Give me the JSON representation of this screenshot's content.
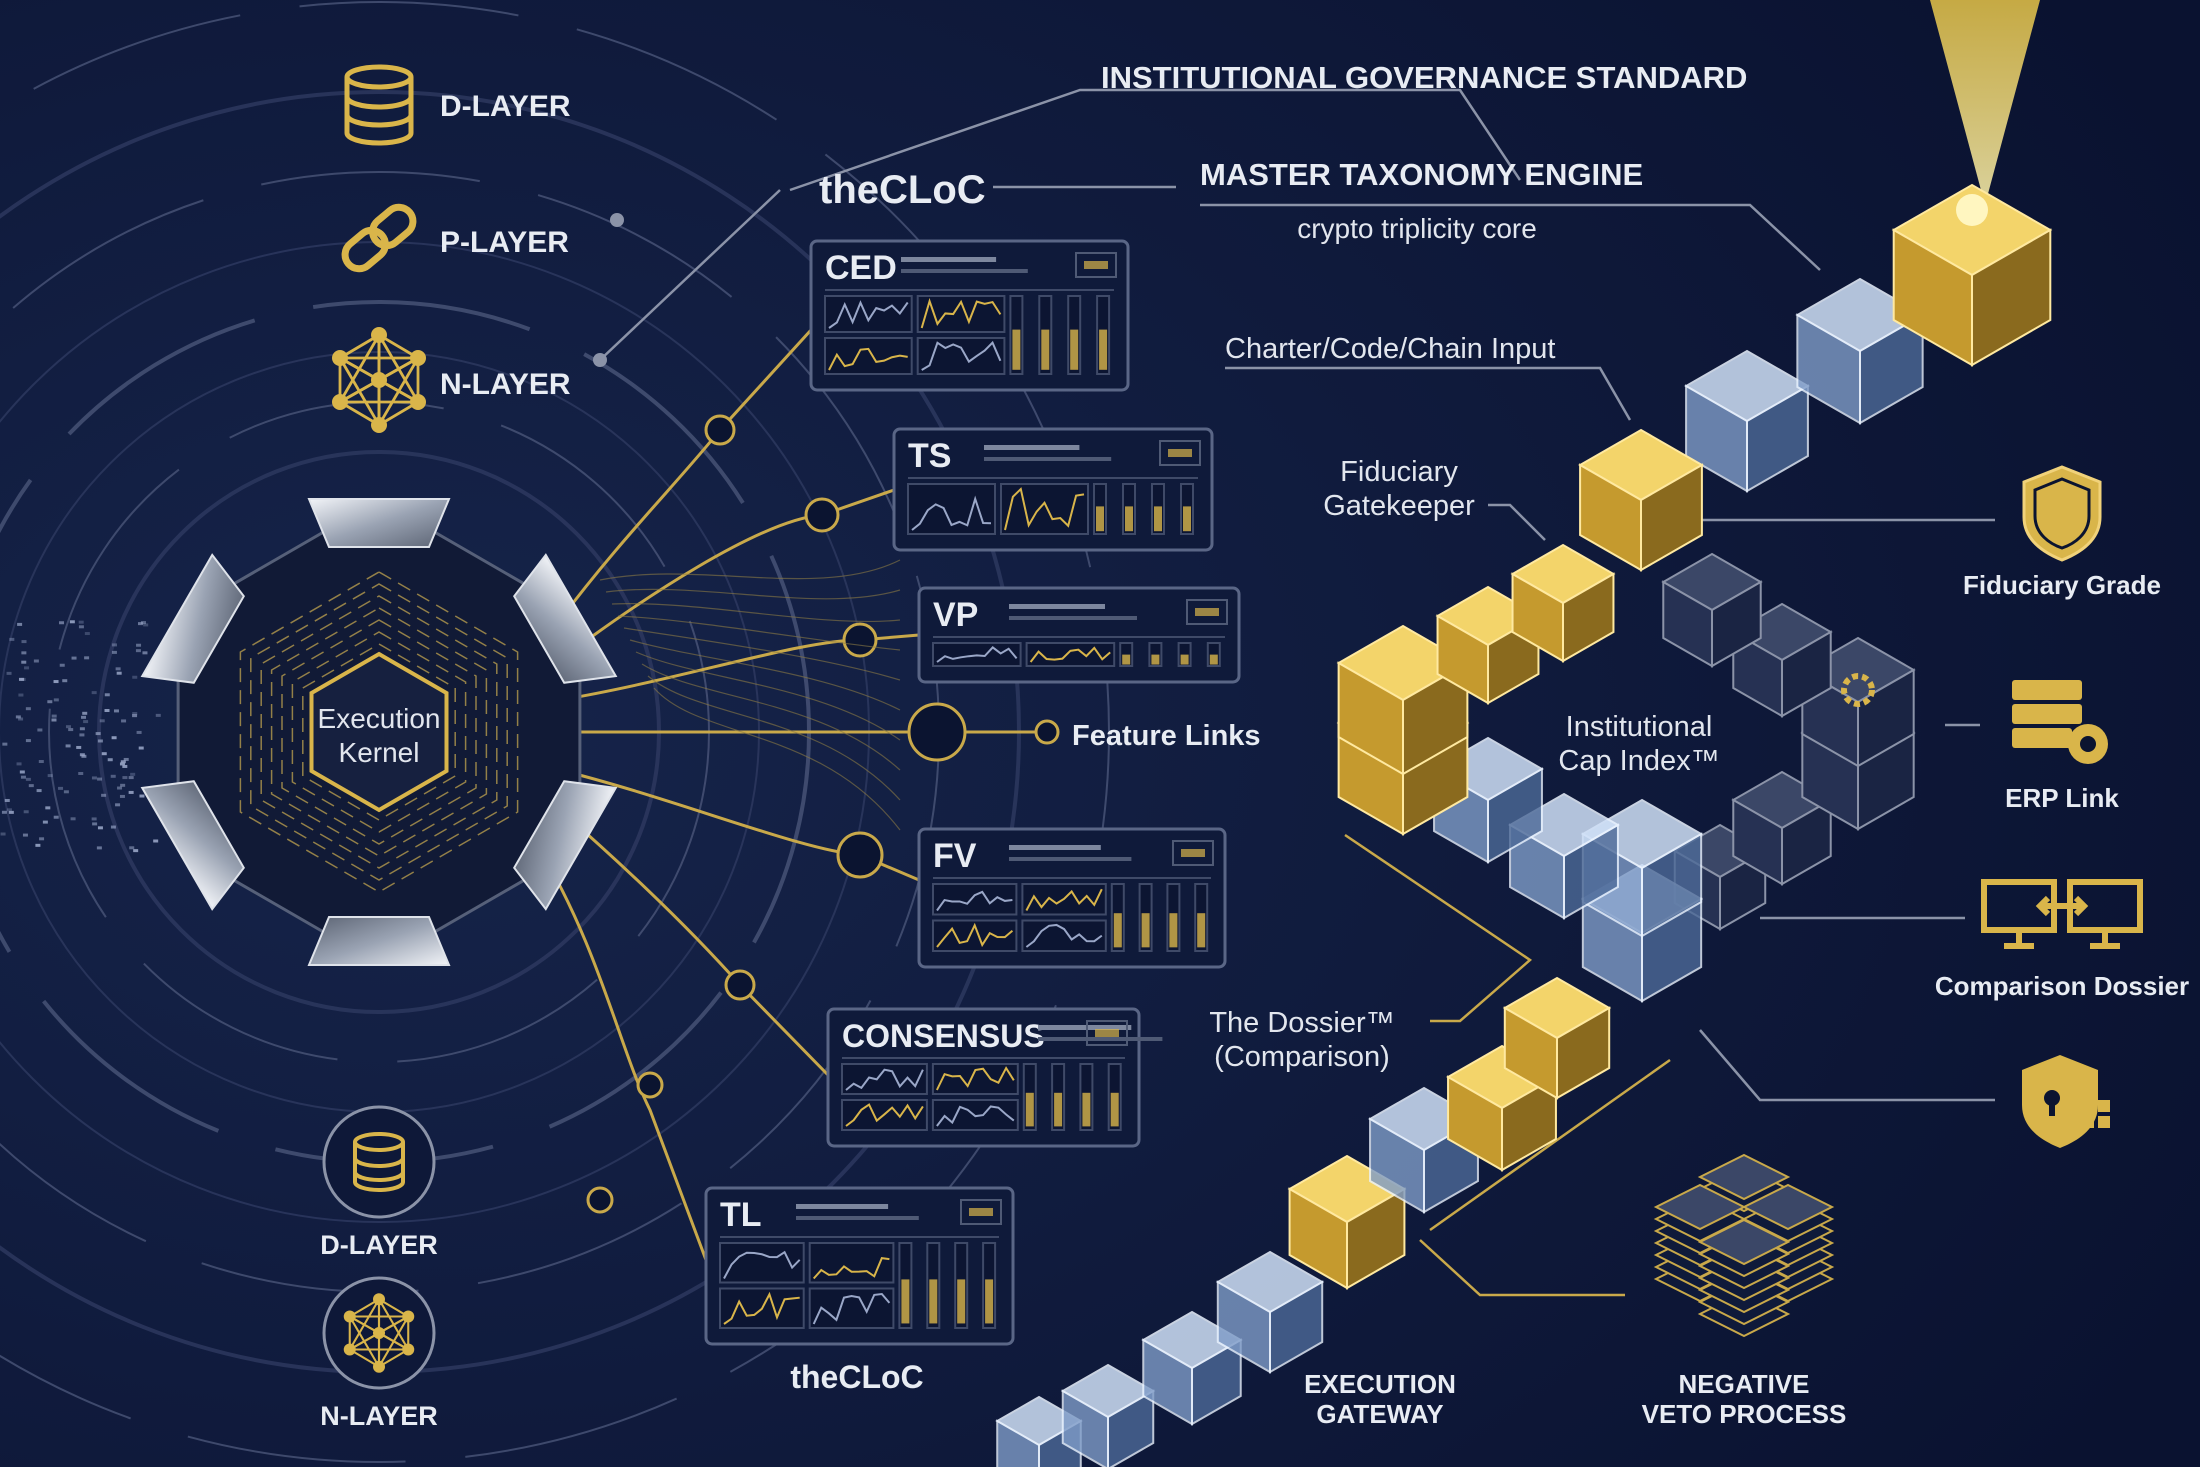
{
  "colors": {
    "background": "#0b1430",
    "gold": "#d9b54a",
    "ice": "#a9c6ee",
    "text": "#e8ecf3",
    "line": "#8b93a8"
  },
  "left_layers": {
    "top": [
      {
        "label": "D-LAYER",
        "icon": "database-icon"
      },
      {
        "label": "P-LAYER",
        "icon": "chain-link-icon"
      },
      {
        "label": "N-LAYER",
        "icon": "network-icon"
      }
    ],
    "bottom": [
      {
        "label": "D-LAYER",
        "icon": "database-icon"
      },
      {
        "label": "N-LAYER",
        "icon": "network-icon"
      }
    ]
  },
  "kernel": {
    "line1": "Execution",
    "line2": "Kernel"
  },
  "thecloc_top": "theCLoC",
  "thecloc_bottom": "theCLoC",
  "feature_links": "Feature Links",
  "panels": [
    {
      "title": "CED"
    },
    {
      "title": "TS"
    },
    {
      "title": "VP"
    },
    {
      "title": "FV"
    },
    {
      "title": "CONSENSUS"
    },
    {
      "title": "TL"
    }
  ],
  "labels": {
    "governance": "INSTITUTIONAL GOVERNANCE STANDARD",
    "taxonomy": "MASTER TAXONOMY ENGINE",
    "taxonomy_sub": "crypto triplicity core",
    "input": "Charter/Code/Chain Input",
    "gatekeeper_1": "Fiduciary",
    "gatekeeper_2": "Gatekeeper",
    "cap_index_1": "Institutional",
    "cap_index_2": "Cap Index™",
    "dossier_1": "The Dossier™",
    "dossier_2": "(Comparison)",
    "gateway_1": "EXECUTION",
    "gateway_2": "GATEWAY",
    "veto_1": "NEGATIVE",
    "veto_2": "VETO PROCESS"
  },
  "right_icons": [
    {
      "label": "Fiduciary Grade",
      "icon": "shield-icon"
    },
    {
      "label": "ERP Link",
      "icon": "server-gear-icon"
    },
    {
      "label": "Comparison Dossier",
      "icon": "compare-monitors-icon"
    },
    {
      "label": "",
      "icon": "security-lock-shield-icon"
    }
  ]
}
